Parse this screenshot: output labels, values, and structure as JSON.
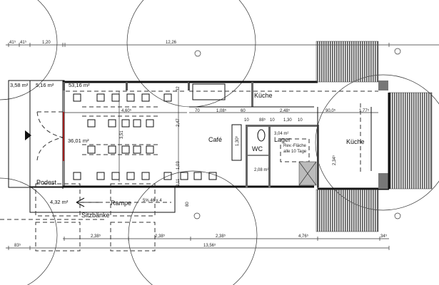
{
  "top_dimensions": [
    "41⁵",
    "41⁵",
    "1,20",
    "12,26"
  ],
  "rooms": {
    "cafe": "Café",
    "kitchen_strip": "Küche",
    "kitchen": "Küche",
    "wc": "WC",
    "storage": "Lager",
    "landing": "Podest",
    "ramp": "Rampe",
    "benches": "Sitzbänke"
  },
  "areas": {
    "entry_left": "3,58 m²",
    "entry_right": "5,16 m²",
    "hall_top": "53,16 m²",
    "hall": "36,01 m²",
    "ramp": "4,32 m²",
    "storage": "3,04 m²",
    "wc_anteroom": "2,08 m²"
  },
  "interior_dimensions": {
    "hall_width": "4,60⁵",
    "hall_depth": "3,51",
    "cafe_depth": "2,47",
    "lower_depth": "1,03",
    "wall_bottom": "2,11",
    "wall_top": "32",
    "d70": "70",
    "d108": "1,08⁵",
    "d60": "60",
    "d248": "2,48⁵",
    "d90": "90,0⁵",
    "d177": "1,77⁵",
    "w10a": "10",
    "w88": "88⁵",
    "w10b": "10",
    "w130": "1,30",
    "w10c": "10",
    "wc_h": "1,30⁵",
    "kitchen_h": "2,34⁵",
    "ramp_h": "80",
    "ramp_slope": "5% 46 x 4"
  },
  "storage_note": [
    "Rev.-Fläche",
    "alle 10 Tage"
  ],
  "bottom_dimensions": [
    "2,38⁵",
    "2,38⁵",
    "2,38⁵",
    "4,76⁵",
    "34⁵"
  ],
  "overall_dimensions": [
    "83⁵",
    "13,56⁵"
  ]
}
